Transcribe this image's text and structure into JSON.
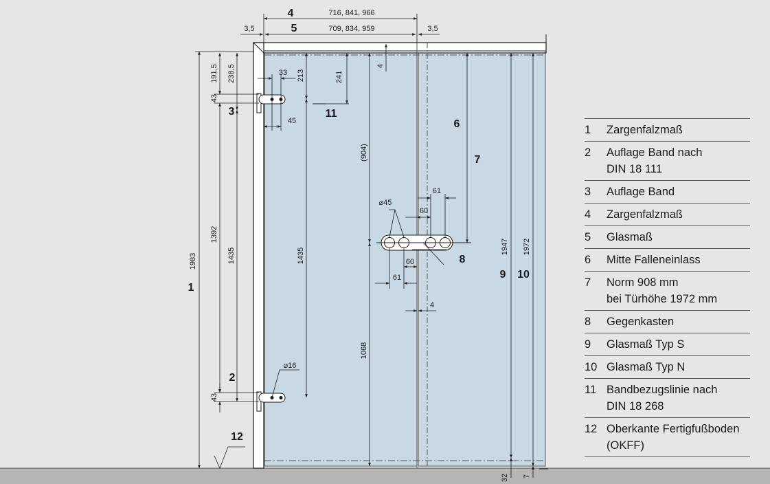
{
  "dimensions": {
    "d4_label": "4",
    "d4_values": "716, 841, 966",
    "d5_label": "5",
    "d5_values": "709, 834, 959",
    "gap_left": "3,5",
    "gap_right": "3,5",
    "h191": "191,5",
    "h238": "238,5",
    "h33": "33",
    "h213": "213",
    "h241": "241",
    "h4top": "4",
    "h43top": "43",
    "h45": "45",
    "h904": "(904)",
    "h1392": "1392",
    "h1435a": "1435",
    "h1435b": "1435",
    "h1983": "1983",
    "dia45": "⌀45",
    "h61a": "61",
    "h60a": "60",
    "h60b": "60",
    "h61b": "61",
    "h4mid": "4",
    "h1068": "1068",
    "dia16": "⌀16",
    "h43bot": "43",
    "h1947": "1947",
    "h1972": "1972",
    "h32": "32",
    "h7bot": "7"
  },
  "callouts": {
    "c1": "1",
    "c2": "2",
    "c3": "3",
    "c6": "6",
    "c7": "7",
    "c8": "8",
    "c9": "9",
    "c10": "10",
    "c11": "11",
    "c12": "12"
  },
  "legend": [
    {
      "num": "1",
      "text": "Zargenfalzmaß"
    },
    {
      "num": "2",
      "text": "Auflage Band nach\nDIN 18 111"
    },
    {
      "num": "3",
      "text": "Auflage Band"
    },
    {
      "num": "4",
      "text": "Zargenfalzmaß"
    },
    {
      "num": "5",
      "text": "Glasmaß"
    },
    {
      "num": "6",
      "text": "Mitte Falleneinlass"
    },
    {
      "num": "7",
      "text": "Norm 908 mm\nbei Türhöhe 1972 mm"
    },
    {
      "num": "8",
      "text": "Gegenkasten"
    },
    {
      "num": "9",
      "text": "Glasmaß Typ S"
    },
    {
      "num": "10",
      "text": "Glasmaß Typ N"
    },
    {
      "num": "11",
      "text": "Bandbezugslinie nach\nDIN 18 268"
    },
    {
      "num": "12",
      "text": "Oberkante Fertigfußboden\n(OKFF)"
    }
  ],
  "colors": {
    "background": "#e6e6e6",
    "glass": "#c8d9e4",
    "floor": "#b5b5b5",
    "line": "#1a1a1a"
  }
}
